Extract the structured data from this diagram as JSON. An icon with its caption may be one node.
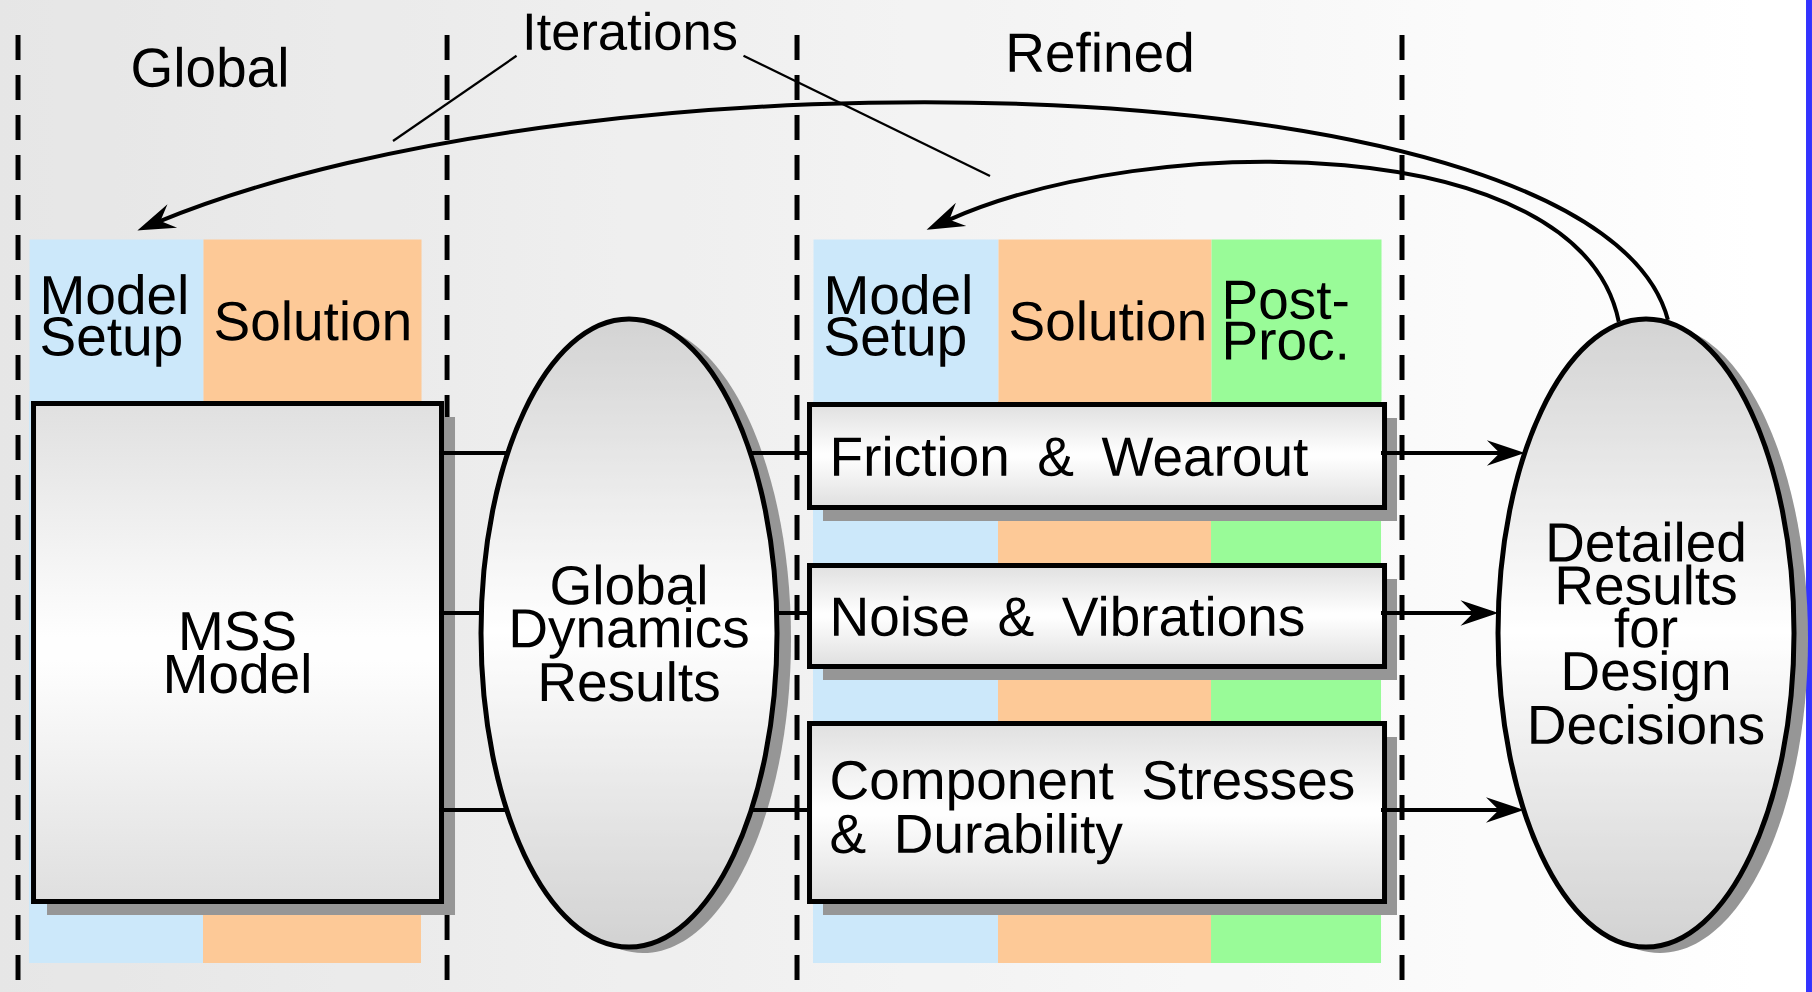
{
  "diagram": {
    "nodes": [
      {
        "text": [
          "Iterations"
        ]
      },
      {
        "text": [
          "Model Setup"
        ]
      },
      {
        "text": [
          "Solution"
        ]
      },
      {
        "text": [
          "Model Setup"
        ]
      },
      {
        "text": [
          "Solution"
        ]
      },
      {
        "text": [
          "Post-Proc."
        ]
      },
      {
        "text": [
          "MSS Model"
        ]
      },
      {
        "text": [
          "Global Dynamics Results"
        ]
      },
      {
        "text": [
          "Friction & Wearout"
        ]
      },
      {
        "text": [
          "Noise & Vibrations"
        ]
      },
      {
        "text": [
          "Component Stresses & Durability"
        ]
      },
      {
        "text": [
          "Detailed Results for Design Decisions"
        ]
      }
    ],
    "edges": [
      {
        "from": 0,
        "to": null,
        "arrow": "none"
      },
      {
        "from": 0,
        "to": null,
        "arrow": "none"
      },
      {
        "from": 11,
        "to": 1,
        "arrow": "to"
      },
      {
        "from": 11,
        "to": 3,
        "arrow": "to"
      },
      {
        "from": 6,
        "to": 7,
        "arrow": "none"
      },
      {
        "from": 6,
        "to": 7,
        "arrow": "none"
      },
      {
        "from": 6,
        "to": 7,
        "arrow": "none"
      },
      {
        "from": 7,
        "to": 8,
        "arrow": "none"
      },
      {
        "from": 7,
        "to": 9,
        "arrow": "none"
      },
      {
        "from": 7,
        "to": 10,
        "arrow": "none"
      },
      {
        "from": 8,
        "to": 11,
        "arrow": "to"
      },
      {
        "from": 9,
        "to": 11,
        "arrow": "to"
      },
      {
        "from": 10,
        "to": 11,
        "arrow": "to"
      }
    ],
    "labels": [
      "Global",
      "Refined"
    ]
  }
}
